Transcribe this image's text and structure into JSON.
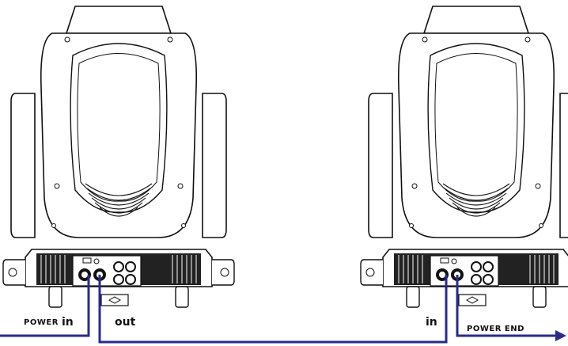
{
  "labels": {
    "power_in_caps": "POWER",
    "power_in_word": "in",
    "out": "out",
    "in": "in",
    "power_end": "POWER END"
  },
  "colors": {
    "line": "#2a2a8c",
    "outline": "#111111"
  },
  "icons": [
    "moving-head-fixture",
    "power-connector",
    "arrow-right"
  ]
}
